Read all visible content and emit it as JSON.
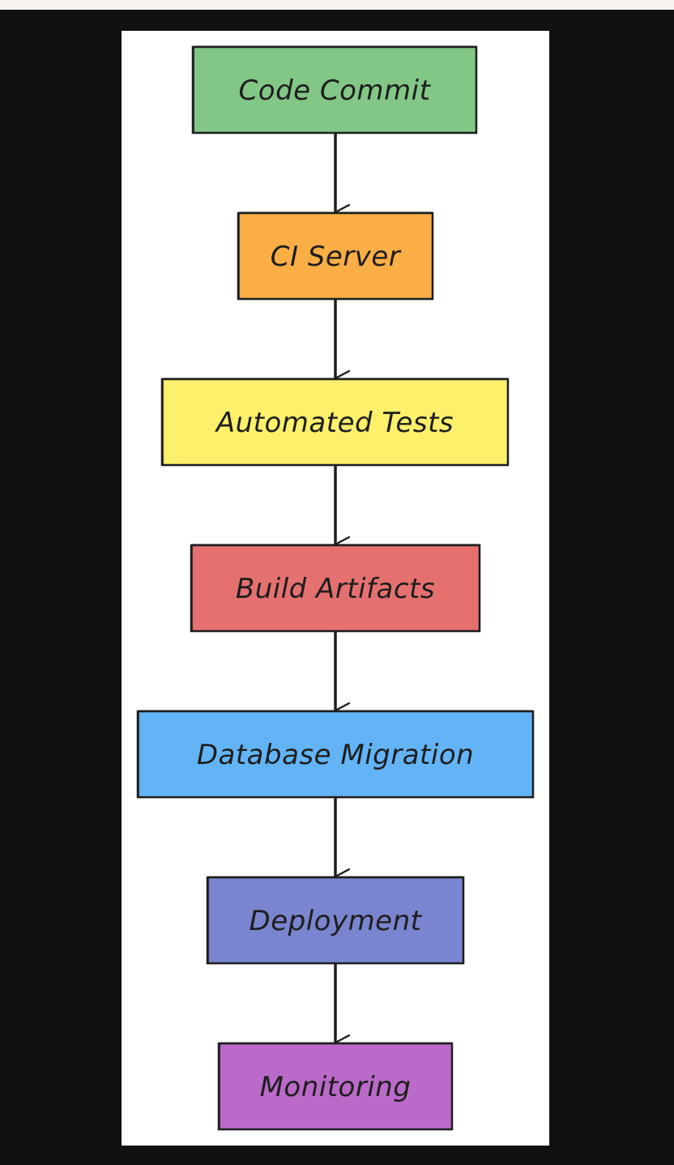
{
  "diagram": {
    "nodes": [
      {
        "id": "code-commit",
        "label": "Code Commit",
        "color": "#82c785"
      },
      {
        "id": "ci-server",
        "label": "CI Server",
        "color": "#fbae46"
      },
      {
        "id": "automated-tests",
        "label": "Automated Tests",
        "color": "#fdf06b"
      },
      {
        "id": "build-artifacts",
        "label": "Build Artifacts",
        "color": "#e47170"
      },
      {
        "id": "database-migration",
        "label": "Database Migration",
        "color": "#63b4f6"
      },
      {
        "id": "deployment",
        "label": "Deployment",
        "color": "#7985ce"
      },
      {
        "id": "monitoring",
        "label": "Monitoring",
        "color": "#ba6ac8"
      }
    ],
    "edges": [
      {
        "from": "code-commit",
        "to": "ci-server"
      },
      {
        "from": "ci-server",
        "to": "automated-tests"
      },
      {
        "from": "automated-tests",
        "to": "build-artifacts"
      },
      {
        "from": "build-artifacts",
        "to": "database-migration"
      },
      {
        "from": "database-migration",
        "to": "deployment"
      },
      {
        "from": "deployment",
        "to": "monitoring"
      }
    ]
  }
}
